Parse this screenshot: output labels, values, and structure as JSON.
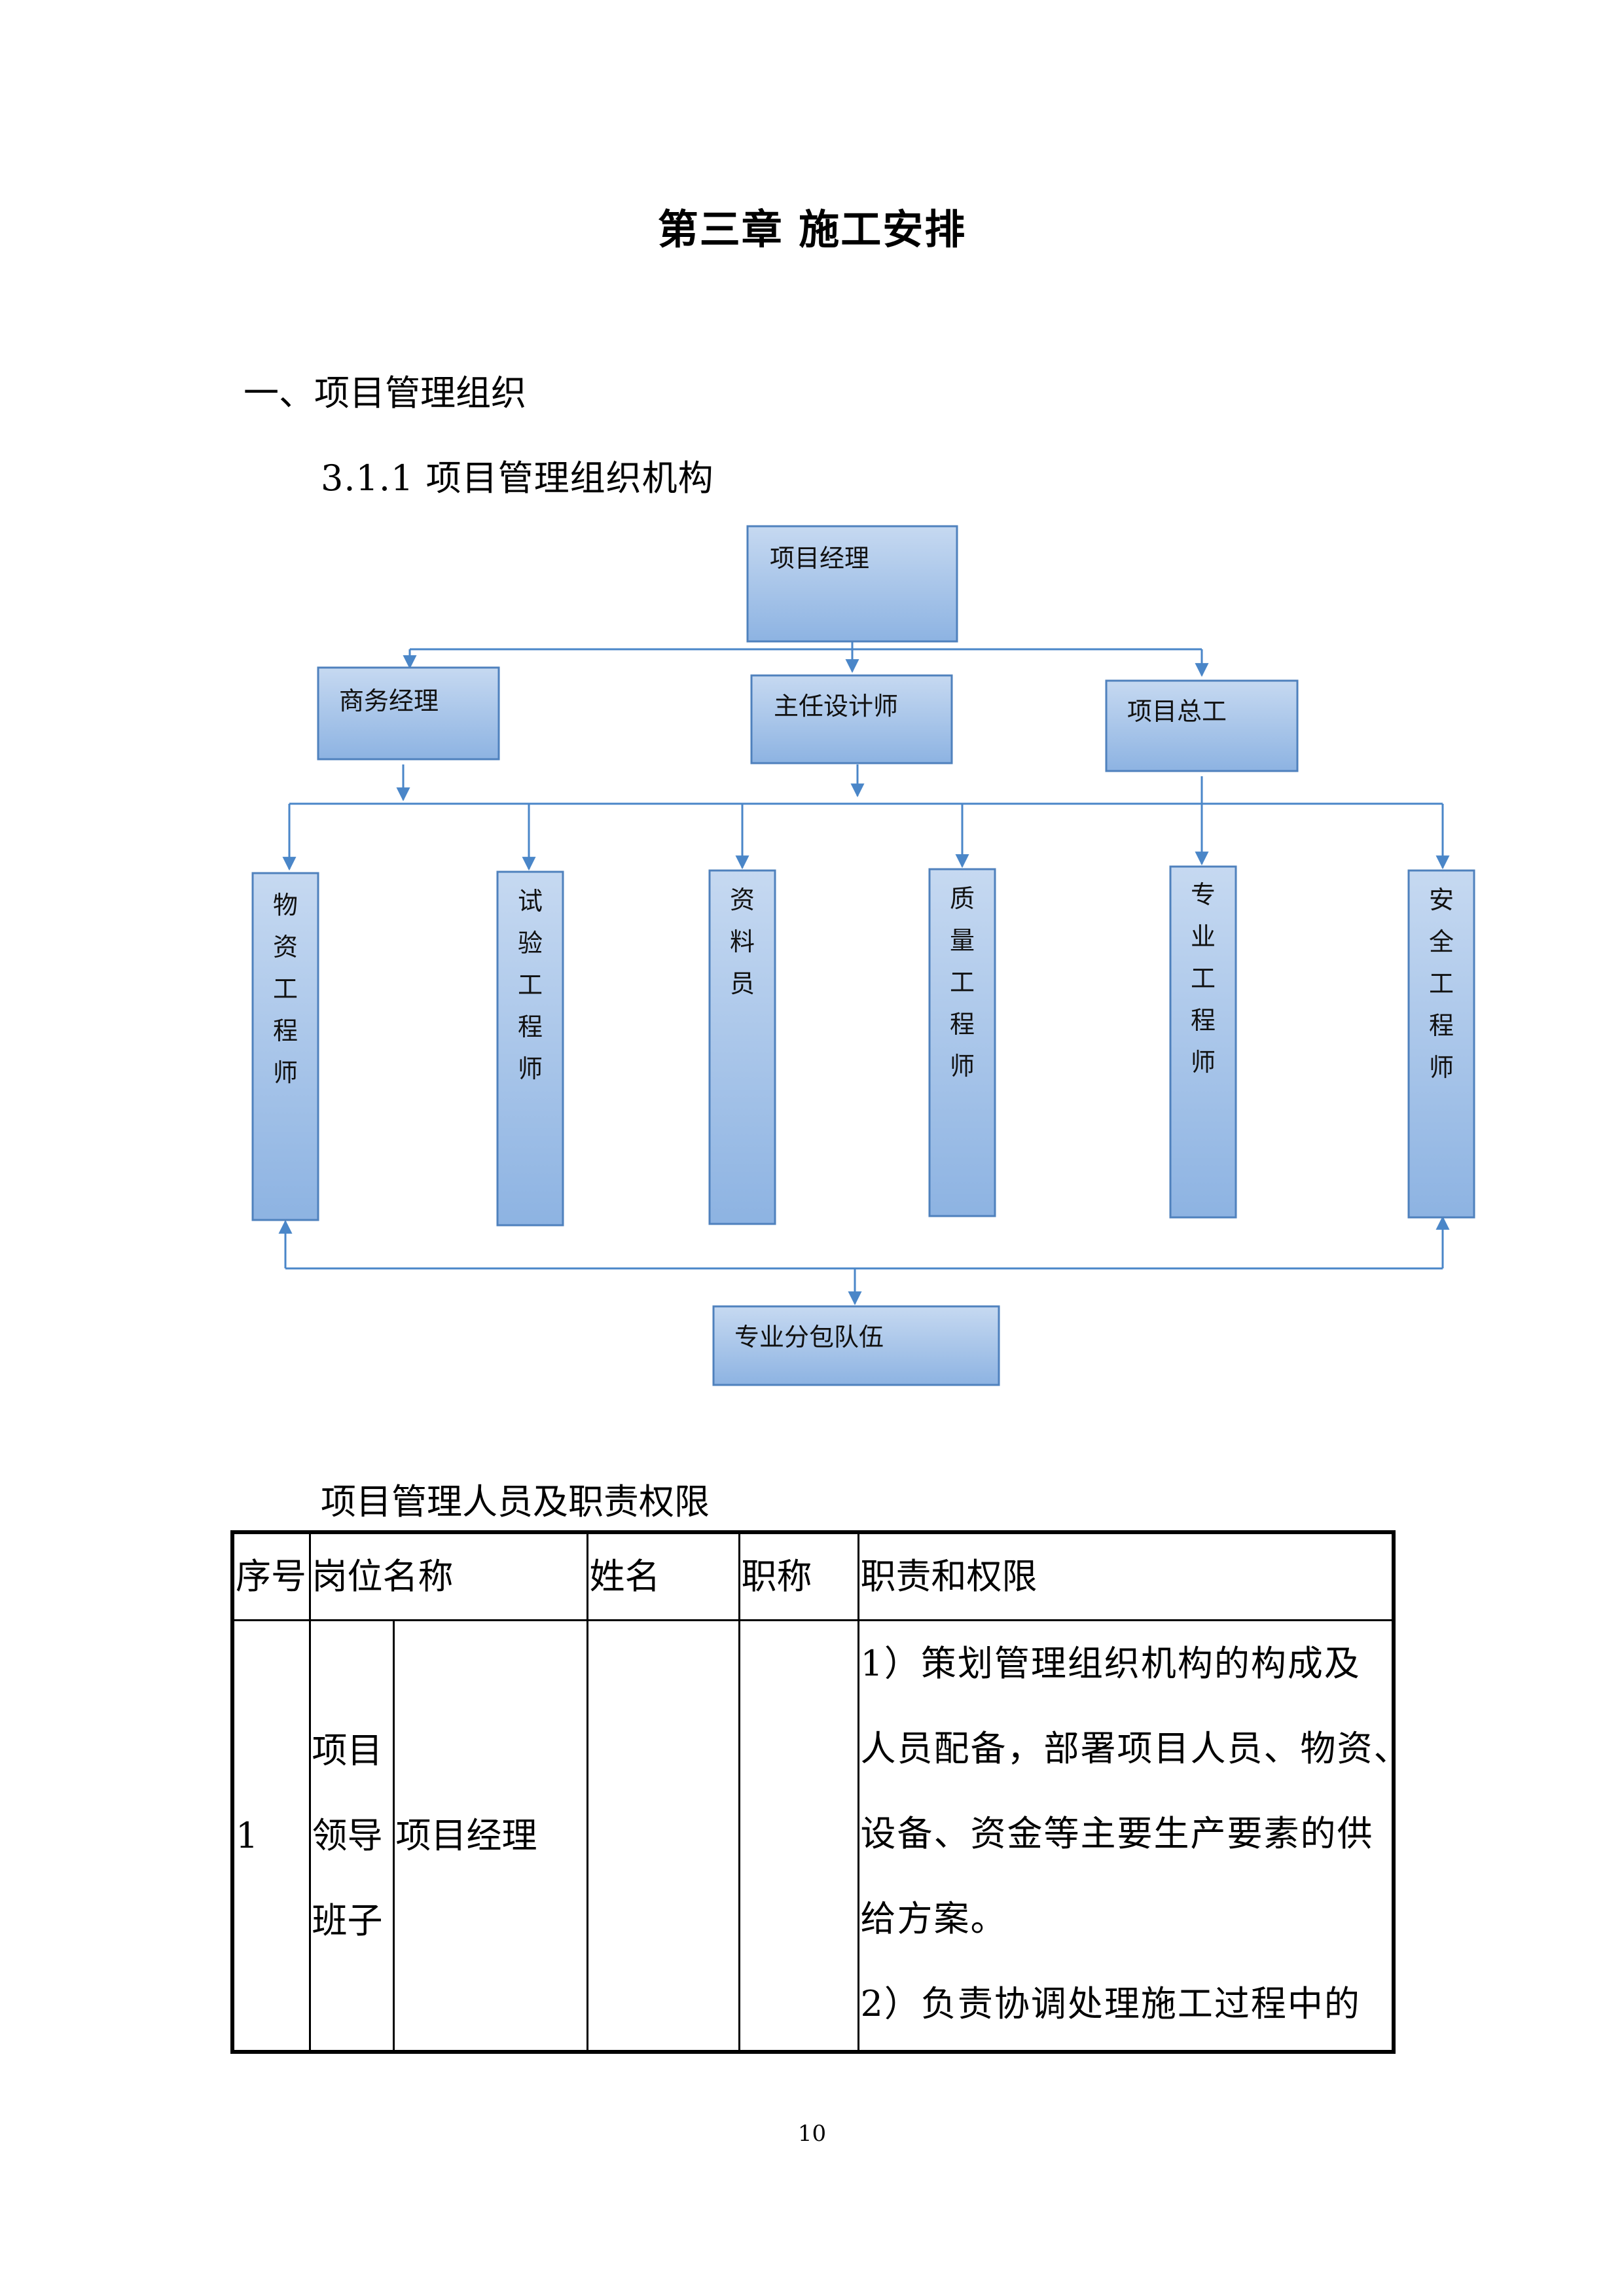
{
  "chapter_title": "第三章  施工安排",
  "section_heading": "一、项目管理组织",
  "subsection_heading": "3.1.1    项目管理组织机构",
  "org_chart": {
    "top": "项目经理",
    "second_level": [
      "商务经理",
      "主任设计师",
      "项目总工"
    ],
    "roles": [
      [
        "物",
        "资",
        "工",
        "程",
        "师"
      ],
      [
        "试",
        "验",
        "工",
        "程",
        "师"
      ],
      [
        "资",
        "料",
        "员"
      ],
      [
        "质",
        "量",
        "工",
        "程",
        "师"
      ],
      [
        "专",
        "业",
        "工",
        "程",
        "师"
      ],
      [
        "安",
        "全",
        "工",
        "程",
        "师"
      ]
    ],
    "bottom": "专业分包队伍",
    "colors": {
      "box_top": "#c6d9f1",
      "box_bottom": "#8db3e2",
      "border": "#4f81bd",
      "line": "#4a86c8"
    }
  },
  "table_caption": "项目管理人员及职责权限",
  "table": {
    "headers": {
      "seq": "序号",
      "position": "岗位名称",
      "name": "姓名",
      "title": "职称",
      "duties": "职责和权限"
    },
    "row": {
      "seq": "1",
      "group": [
        "项目",
        "领导",
        "班子"
      ],
      "position": "项目经理",
      "name": "",
      "title": "",
      "duties_lines": [
        "1）策划管理组织机构的构成及",
        "人员配备，部署项目人员、物资、",
        "设备、资金等主要生产要素的供",
        "给方案。",
        "2）负责协调处理施工过程中的"
      ]
    }
  },
  "page_number": "10"
}
